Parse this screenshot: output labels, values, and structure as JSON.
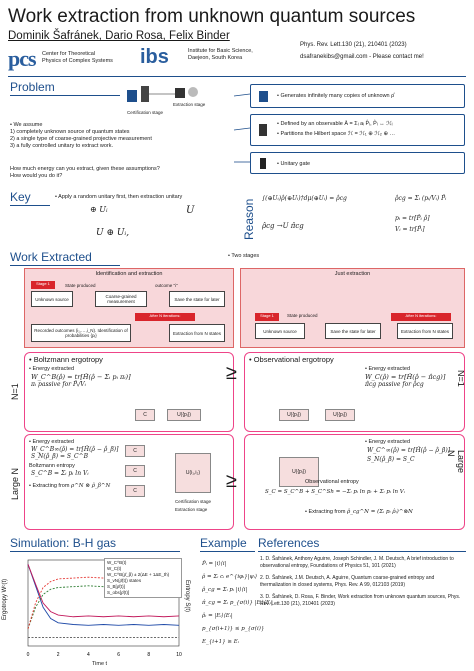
{
  "header": {
    "title": "Work extraction from unknown quantum sources",
    "authors": "Dominik Šafránek, Dario Rosa, Felix Binder",
    "journal": "Phys. Rev. Lett.130 (21), 210401 (2023)",
    "email": "dsafranekibs@gmail.com - Please contact me!",
    "pcs_logo": "pcs",
    "pcs_text_1": "Center for Theoretical",
    "pcs_text_2": "Physics of Complex Systems",
    "ibs_logo": "ibs",
    "ibs_text_1": "Institute for Basic Science,",
    "ibs_text_2": "Daejeon, South Korea"
  },
  "problem": {
    "heading": "Problem",
    "assume": "• We assume",
    "item1": "1) completely unknown source of quantum states",
    "item2": "2) a single type of coarse-grained projective measurement",
    "item3": "3) a fully controlled unitary to extract work.",
    "q1": "How much energy can you extract, given these assumptions?",
    "q2": "How would you do it?",
    "source_label": "Extraction stage",
    "cert_label": "Certification stage",
    "box1": "• Generates infinitely many copies of unknown ρ̂",
    "box2a": "• Defined by an observable  Â = Σᵢ aᵢ P̂ᵢ,  P̂ᵢ ↔ ℋᵢ",
    "box2b": "• Partitions the Hilbert space  ℋ = ℋ₁ ⊕ ℋ₂ ⊕ …",
    "box3": "• Unitary gate"
  },
  "key": {
    "heading": "Key",
    "text": "• Apply a random unitary first, then extraction unitary",
    "u_sum": "⊕ Uᵢ",
    "u": "U",
    "u_full": "U ⊕ Uᵢ,",
    "reason_heading": "Reason",
    "eq1": "∫(⊕Uᵢ)ρ̂(⊕Uᵢ)†dμ(⊕Uᵢ) = ρ̂cg",
    "eq2": "ρ̂cg = Σᵢ (pᵢ/Vᵢ) P̂ᵢ",
    "eq3": "ρ̂cg  →U  π̂cg",
    "eq4": "pᵢ = tr[P̂ᵢ ρ̂]",
    "eq5": "Vᵢ = tr[P̂ᵢ]"
  },
  "work": {
    "heading": "Work Extracted",
    "two_stages": "• Two stages",
    "left_title": "Identification and extraction",
    "right_title": "Just extraction",
    "stage1": "Stage 1",
    "state_produced": "State produced",
    "outcome": "outcome \"i\"",
    "unknown_source": "Unknown source",
    "coarse": "Coarse-grained measurement",
    "save": "Save the state for later",
    "after_n": "After N iterations:",
    "recorded": "Recorded outcomes (i₁,…,i_N). Identification of probabilities {pᵢ}",
    "extraction_from_n": "Extraction from N states",
    "stage1r": "Stage 1",
    "state_produced_r": "State produced",
    "unknown_source_r": "Unknown source",
    "save_r": "Save the state for later",
    "after_n_r": "After N iterations:",
    "extraction_from_n_r": "Extraction from N states",
    "boltzmann": "• Boltzmann ergotropy",
    "observational": "• Observational ergotropy",
    "energy_extracted": "• Energy extracted",
    "b_eq": "W_C^B(ρ̂) = tr[Ĥ(ρ̂ − Σᵢ pᵢ πᵢ)]",
    "b_passive": "πᵢ passive for P̂ᵢ/Vᵢ",
    "o_eq": "W_C(ρ̂) = tr[Ĥ(ρ̂ − π̂cg)]",
    "o_passive": "π̂cg passive for ρ̂cg",
    "ge": "≥",
    "n1": "N=1",
    "large_n": "Large N",
    "cert_stage": "Certification stage",
    "extr_stage": "Extraction stage",
    "le": "/\\",
    "b_energy_big": "W_C^B∞(ρ̂) = tr[Ĥ(ρ̂ − ρ̂_β)]",
    "b_sn": "S_N(ρ̂_β) = S_C^B",
    "b_entropy_label": "Boltzmann entropy",
    "b_entropy": "S_C^B = Σᵢ pᵢ ln Vᵢ",
    "o_energy_big": "W_C^∞(ρ̂) = tr[Ĥ(ρ̂ − ρ̂_β)]",
    "o_sn": "S_N(ρ̂_β) = S_C",
    "o_entropy_label": "Observational entropy",
    "o_entropy": "S_C = S_C^B + S_C^Sh = −Σᵢ pᵢ ln pᵢ + Σᵢ pᵢ ln Vᵢ",
    "extract_from": "• Extracting from",
    "b_rho": "ρ^N ⊗ ρ̂_β^N",
    "o_rho": "ρ̂_cg^N = (Σᵢ pᵢ ρ̂ᵢ)^⊗N",
    "u_labels": [
      "U({pᵢ})",
      "U({pᵢ})",
      "U(i₁,i₂)",
      "C",
      "C",
      "C",
      "C",
      "U({pᵢ})",
      "U({pᵢ})"
    ]
  },
  "sim": {
    "heading": "Simulation: B-H gas",
    "x_label": "Time t",
    "y_label_left": "Ergotropy Wᶜ(t)",
    "y_label_right": "Entropy S(t)",
    "legend": [
      "W_C^B(t)",
      "W_C(t)",
      "W_C^B(ρ̂_β) ± 2(ΔE + 1ΔE_th)",
      "S_vN(ρ̂(t)) states",
      "S_B[ρ̂(t)]",
      "S_obs[ρ̂(t)]"
    ]
  },
  "chart_data": {
    "type": "line",
    "title": "",
    "xlabel": "Time t",
    "ylabel": "Ergotropy Wᶜ(t)",
    "xlim": [
      0,
      10
    ],
    "ylim": [
      0,
      1
    ],
    "x_ticks": [
      "0",
      "2",
      "4",
      "6",
      "8",
      "10"
    ],
    "x": [
      0,
      0.5,
      1,
      1.5,
      2,
      3,
      4,
      5,
      6,
      7,
      8,
      9,
      10
    ],
    "series": [
      {
        "name": "W_C^B(t)",
        "color": "#1f4aa8",
        "values": [
          0.95,
          0.7,
          0.45,
          0.32,
          0.27,
          0.25,
          0.24,
          0.25,
          0.24,
          0.25,
          0.24,
          0.25,
          0.24
        ]
      },
      {
        "name": "W_C(t)",
        "color": "#c2185b",
        "values": [
          0.95,
          0.72,
          0.5,
          0.4,
          0.36,
          0.34,
          0.35,
          0.34,
          0.35,
          0.34,
          0.35,
          0.34,
          0.35
        ]
      },
      {
        "name": "S_vN(ρ̂(t)) states",
        "color": "#555555",
        "values": [
          0.1,
          0.1,
          0.1,
          0.1,
          0.1,
          0.1,
          0.1,
          0.1,
          0.1,
          0.1,
          0.1,
          0.1,
          0.1
        ]
      },
      {
        "name": "S_B[ρ̂(t)]",
        "color": "#2e7d32",
        "values": [
          0.2,
          0.45,
          0.6,
          0.66,
          0.68,
          0.69,
          0.7,
          0.69,
          0.7,
          0.69,
          0.7,
          0.69,
          0.7
        ]
      },
      {
        "name": "S_obs[ρ̂(t)]",
        "color": "#e53935",
        "values": [
          0.2,
          0.5,
          0.68,
          0.75,
          0.78,
          0.79,
          0.8,
          0.79,
          0.8,
          0.79,
          0.8,
          0.79,
          0.8
        ]
      }
    ]
  },
  "example": {
    "heading": "Example",
    "lines": [
      "P̂ᵢ = |i⟩⟨i|",
      "ρ̂ = Σᵢ cᵢ e^{iφᵢ}|ψᵢ⟩",
      "ρ̂_cg = Σᵢ pᵢ |i⟩⟨i|",
      "π̂_cg = Σᵢ p_{σ(i)} |Eᵢ⟩⟨Eᵢ|",
      "ρ̂ᵢ = |Eᵢ⟩⟨Eᵢ|",
      "p_{σ(i+1)} ≤ p_{σ(i)}",
      "E_{i+1} ≥ Eᵢ"
    ]
  },
  "references": {
    "heading": "References",
    "items": [
      "1. D. Šafránek, Anthony Aguirre, Joseph Schindler, J. M. Deutsch, A brief introduction to observational entropy, Foundations of Physics 51, 101 (2021)",
      "2. D. Šafránek, J.M. Deutsch, A. Aguirre, Quantum coarse-grained entropy and thermalization in closed systems, Phys. Rev. A 99, 012103 (2019)",
      "3. D. Šafránek, D. Rosa, F. Binder, Work extraction from unknown quantum sources, Phys. Rev. Lett.130 (21), 210401 (2023)"
    ]
  }
}
